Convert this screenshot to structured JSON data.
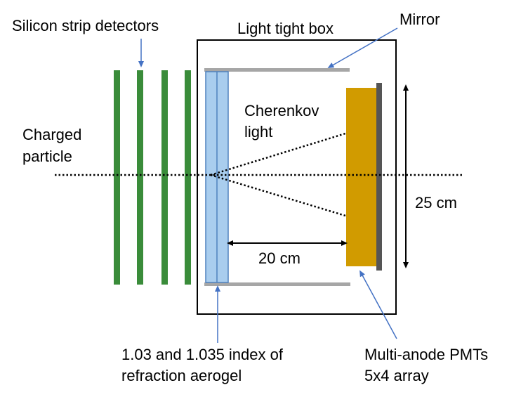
{
  "labels": {
    "silicon": "Silicon strip detectors",
    "box": "Light tight box",
    "mirror": "Mirror",
    "cherenkov_line1": "Cherenkov",
    "cherenkov_line2": "light",
    "particle_line1": "Charged",
    "particle_line2": "particle",
    "height": "25 cm",
    "distance": "20 cm",
    "aerogel_line1": "1.03 and 1.035 index of",
    "aerogel_line2": "refraction aerogel",
    "pmt_line1": "Multi-anode PMTs",
    "pmt_line2": "5x4 array"
  },
  "colors": {
    "silicon": "#3a8c3a",
    "aerogel": "#a9cdee",
    "aerogel_edge": "#4f81bd",
    "pmt": "#d19b00",
    "pmt_back": "#555555",
    "mirror": "#a6a6a6",
    "pointer": "#4472c4"
  }
}
